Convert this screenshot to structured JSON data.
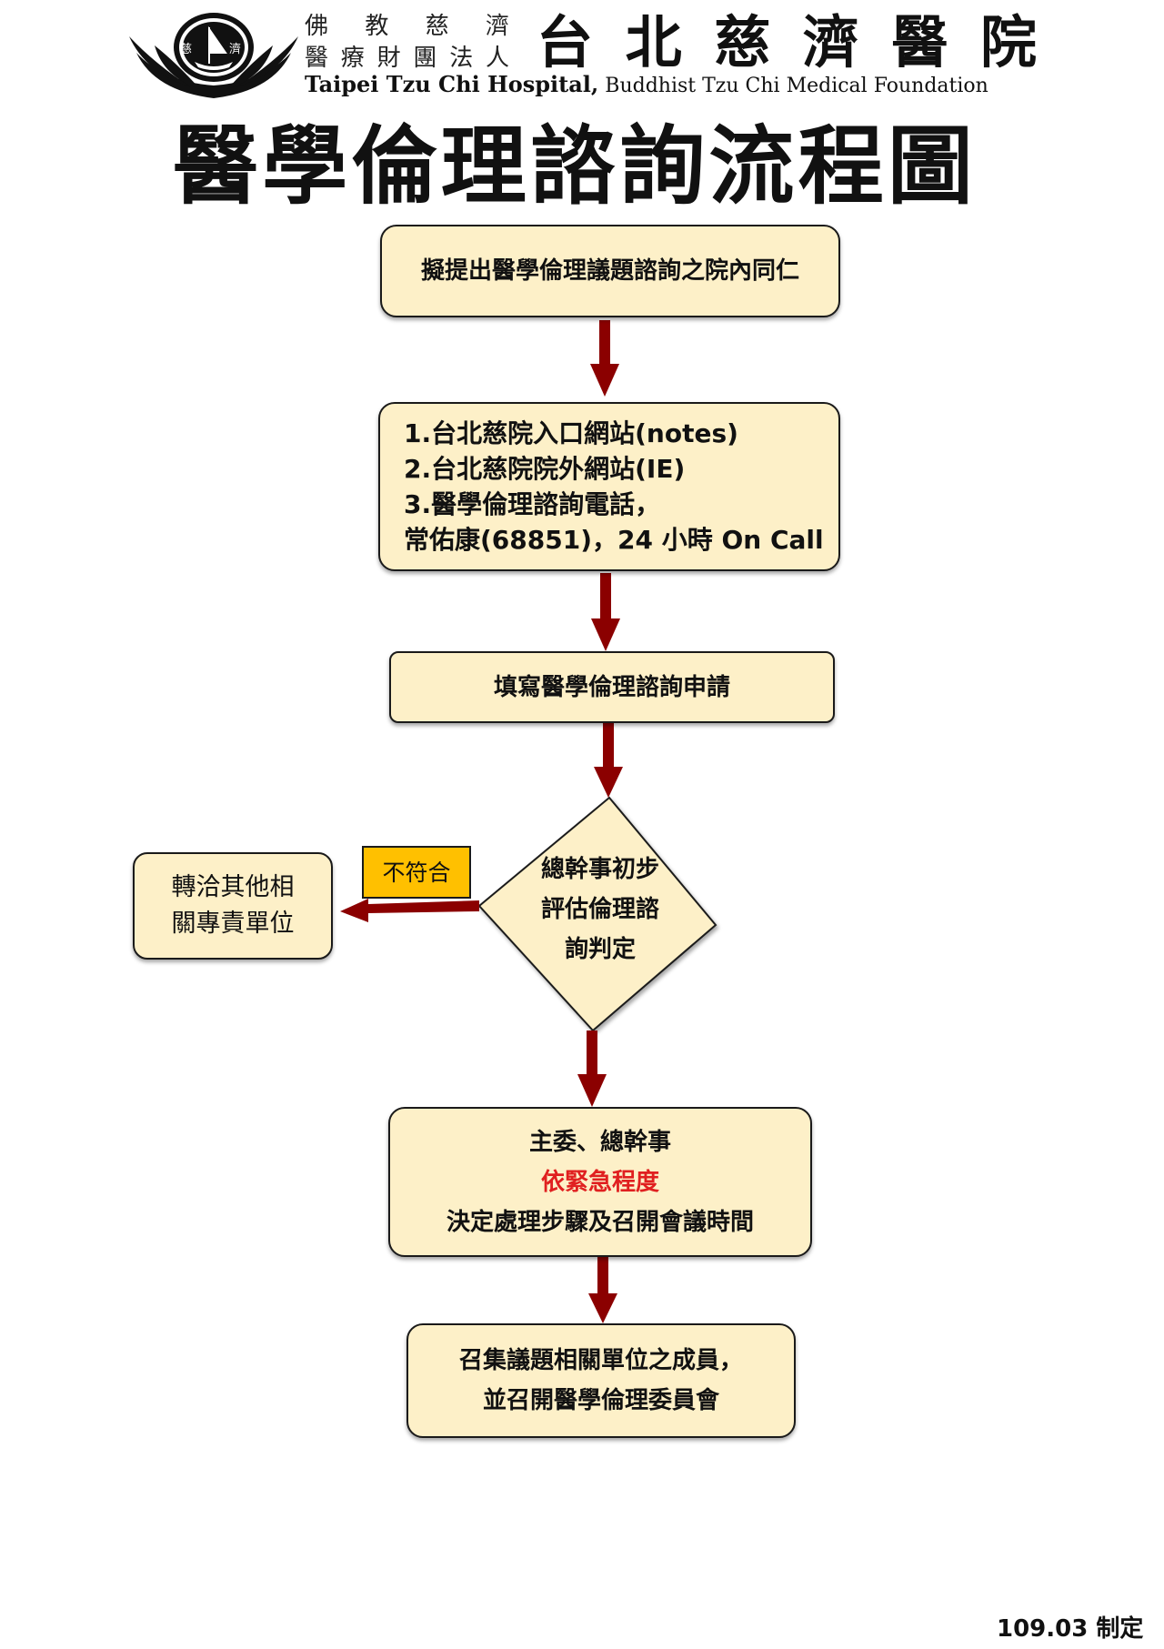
{
  "header": {
    "foundation_cn_line1": [
      "佛",
      "教",
      "慈",
      "濟"
    ],
    "foundation_cn_line2": [
      "醫",
      "療",
      "財",
      "團",
      "法",
      "人"
    ],
    "hospital_cn": [
      "台",
      "北",
      "慈",
      "濟",
      "醫",
      "院"
    ],
    "hospital_en_main": "Taipei Tzu Chi Hospital,",
    "hospital_en_sub": " Buddhist Tzu Chi Medical Foundation",
    "logo_text": [
      "慈",
      "濟"
    ]
  },
  "title_chars": [
    "醫",
    "學",
    "倫",
    "理",
    "諮",
    "詢",
    "流",
    "程",
    "圖"
  ],
  "flowchart": {
    "step1": "擬提出醫學倫理議題諮詢之院內同仁",
    "step2_lines": [
      "1.台北慈院入口網站(notes)",
      "2.台北慈院院外網站(IE)",
      "3.醫學倫理諮詢電話，",
      "常佑康(68851)，24 小時  On Call"
    ],
    "step3": "填寫醫學倫理諮詢申請",
    "decision_lines": [
      "總幹事初步",
      "評估倫理諮",
      "詢判定"
    ],
    "reject_label": "不符合",
    "reject_box_lines": [
      "轉洽其他相",
      "關專責單位"
    ],
    "step5_lines": [
      "主委、總幹事",
      "依緊急程度",
      "決定處理步驟及召開會議時間"
    ],
    "step6_lines": [
      "召集議題相關單位之成員，",
      "並召開醫學倫理委員會"
    ]
  },
  "colors": {
    "box_fill": "#fdf0c8",
    "arrow": "#8b0000",
    "tag_fill": "#ffc000",
    "highlight_text": "#e02020"
  },
  "footer": {
    "date": "109.03 制定"
  }
}
